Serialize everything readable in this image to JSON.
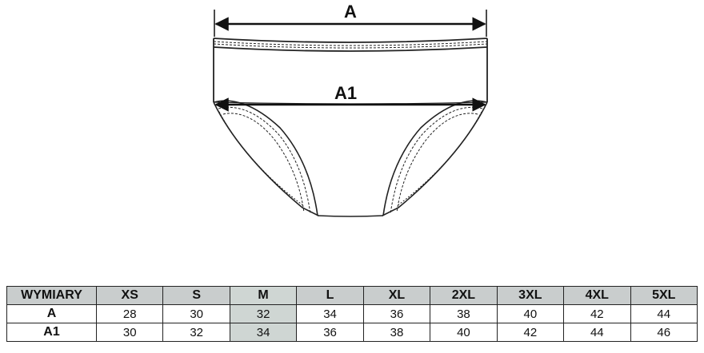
{
  "diagram": {
    "waist_label": "A",
    "hip_label": "A1"
  },
  "table": {
    "corner_label": "WYMIARY",
    "sizes": [
      "XS",
      "S",
      "M",
      "L",
      "XL",
      "2XL",
      "3XL",
      "4XL",
      "5XL"
    ],
    "highlight_size": "M",
    "rows": [
      {
        "label": "A",
        "values": [
          "28",
          "30",
          "32",
          "34",
          "36",
          "38",
          "40",
          "42",
          "44"
        ]
      },
      {
        "label": "A1",
        "values": [
          "30",
          "32",
          "34",
          "36",
          "38",
          "40",
          "42",
          "44",
          "46"
        ]
      }
    ]
  },
  "colors": {
    "header_bg": "#c9cdcd",
    "highlight_bg": "#cfd6d3",
    "line": "#222222"
  }
}
